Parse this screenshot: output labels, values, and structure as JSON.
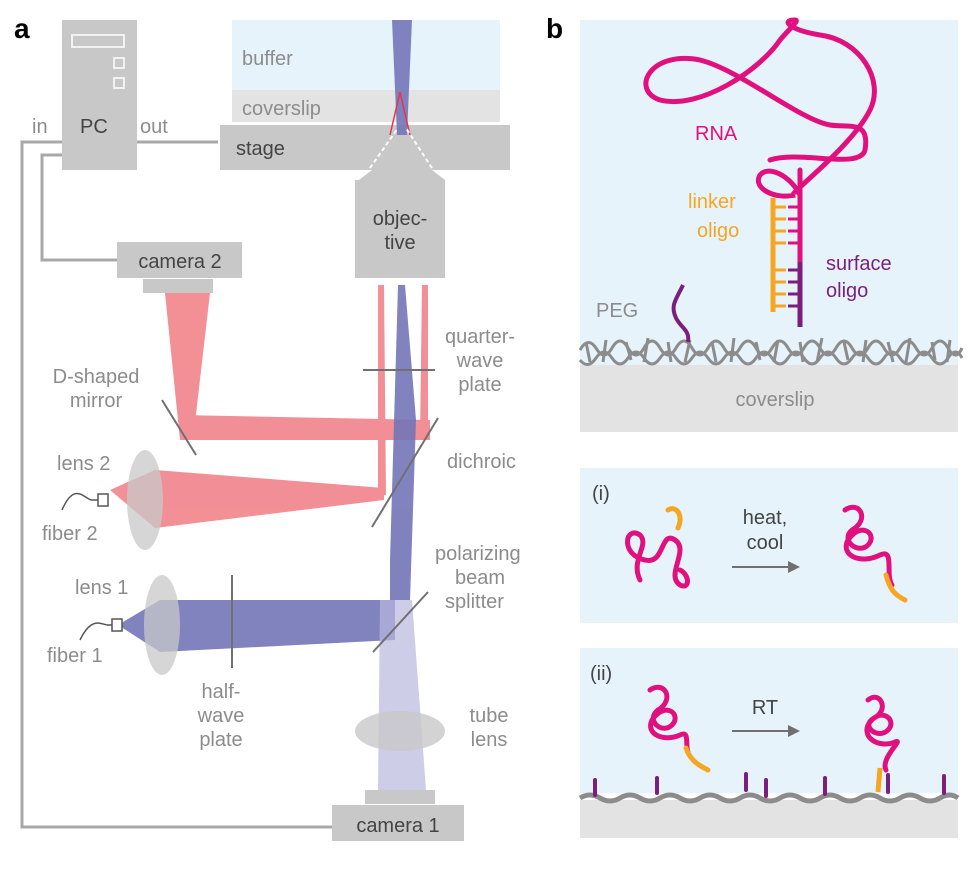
{
  "panel_a": {
    "label": "a",
    "pc": "PC",
    "in": "in",
    "out": "out",
    "buffer": "buffer",
    "coverslip": "coverslip",
    "stage": "stage",
    "objective_l1": "objec-",
    "objective_l2": "tive",
    "camera2": "camera 2",
    "camera1": "camera 1",
    "quarter_l1": "quarter-",
    "quarter_l2": "wave",
    "quarter_l3": "plate",
    "dmirror_l1": "D-shaped",
    "dmirror_l2": "mirror",
    "dichroic": "dichroic",
    "lens2": "lens 2",
    "fiber2": "fiber 2",
    "lens1": "lens 1",
    "fiber1": "fiber 1",
    "pbs_l1": "polarizing",
    "pbs_l2": "beam",
    "pbs_l3": "splitter",
    "half_l1": "half-",
    "half_l2": "wave",
    "half_l3": "plate",
    "tube_l1": "tube",
    "tube_l2": "lens"
  },
  "panel_b": {
    "label": "b",
    "rna": "RNA",
    "linker_l1": "linker",
    "linker_l2": "oligo",
    "surface_l1": "surface",
    "surface_l2": "oligo",
    "peg": "PEG",
    "coverslip": "coverslip",
    "i_label": "(i)",
    "heat_l1": "heat,",
    "heat_l2": "cool",
    "ii_label": "(ii)",
    "rt": "RT"
  },
  "colors": {
    "blue_beam": "#7375b8",
    "red_beam": "#f07c84",
    "rna_pink": "#e0117f",
    "linker_orange": "#f5a623",
    "surface_purple": "#7b1f7f",
    "component_gray": "#c8c8c8",
    "panel_bg": "#e6f3fa"
  }
}
